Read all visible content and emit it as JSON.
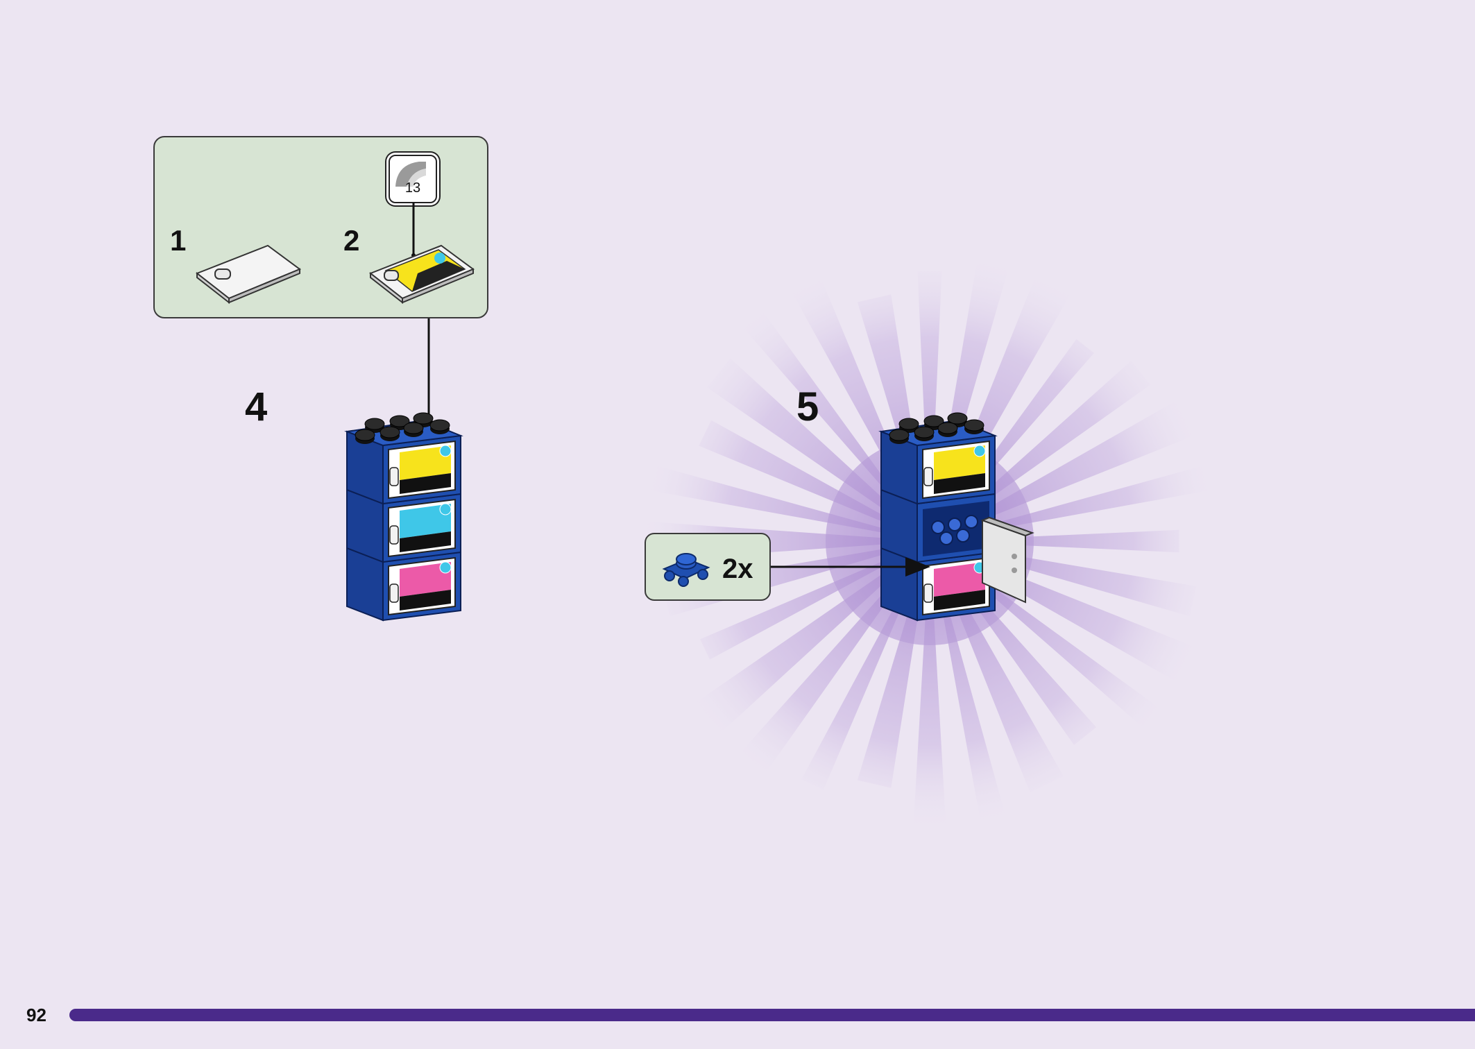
{
  "page": {
    "number": "92"
  },
  "steps": {
    "step4": {
      "number": "4"
    },
    "step5": {
      "number": "5"
    }
  },
  "subassembly": {
    "sub_step1": "1",
    "sub_step2": "2",
    "sticker_number": "13"
  },
  "parts_callout": {
    "quantity": "2x"
  },
  "colors": {
    "background": "#ece5f2",
    "callout_bg": "#d7e4d3",
    "brick_blue": "#1f4fb0",
    "footer_bar": "#4a2a8a",
    "burst": "#b79ad6",
    "yellow_tile": "#f7e31c",
    "cyan_tile": "#3fc7e8",
    "pink_tile": "#ec5aa8"
  },
  "icons": [
    "sticker-sheet-icon",
    "flat-tile-icon",
    "stickered-tile-icon",
    "blue-plate-part-icon",
    "brick-tower-icon",
    "arrow-icon"
  ]
}
